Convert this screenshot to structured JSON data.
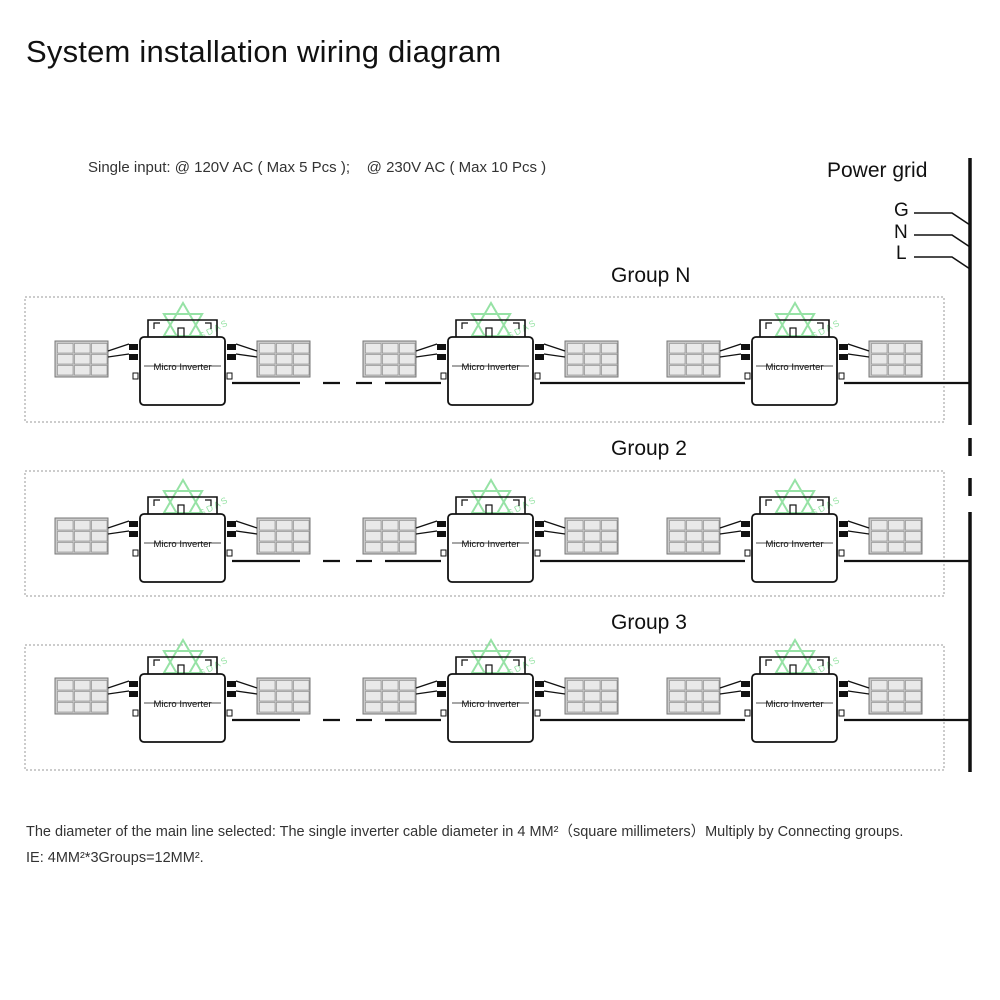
{
  "title": "System installation wiring diagram",
  "subtitle": "Single input: @ 120V AC ( Max 5 Pcs );    @ 230V AC ( Max 10 Pcs )",
  "power_grid": {
    "label": "Power grid",
    "phases": [
      "G",
      "N",
      "L"
    ]
  },
  "groups": [
    {
      "title": "Group N"
    },
    {
      "title": "Group 2"
    },
    {
      "title": "Group 3"
    }
  ],
  "inverter_label": "Micro Inverter",
  "watermark": "VESDAS",
  "footnote": {
    "line1": "The diameter of the main line selected: The single inverter cable diameter in 4 MM²（square millimeters）Multiply by Connecting groups.",
    "line2": "IE: 4MM²*3Groups=12MM²."
  },
  "colors": {
    "line": "#111111",
    "panel_fill": "#c9c9c9",
    "panel_cell": "#e9e9e9",
    "group_border": "#999999",
    "watermark": "#7ddc8f"
  }
}
